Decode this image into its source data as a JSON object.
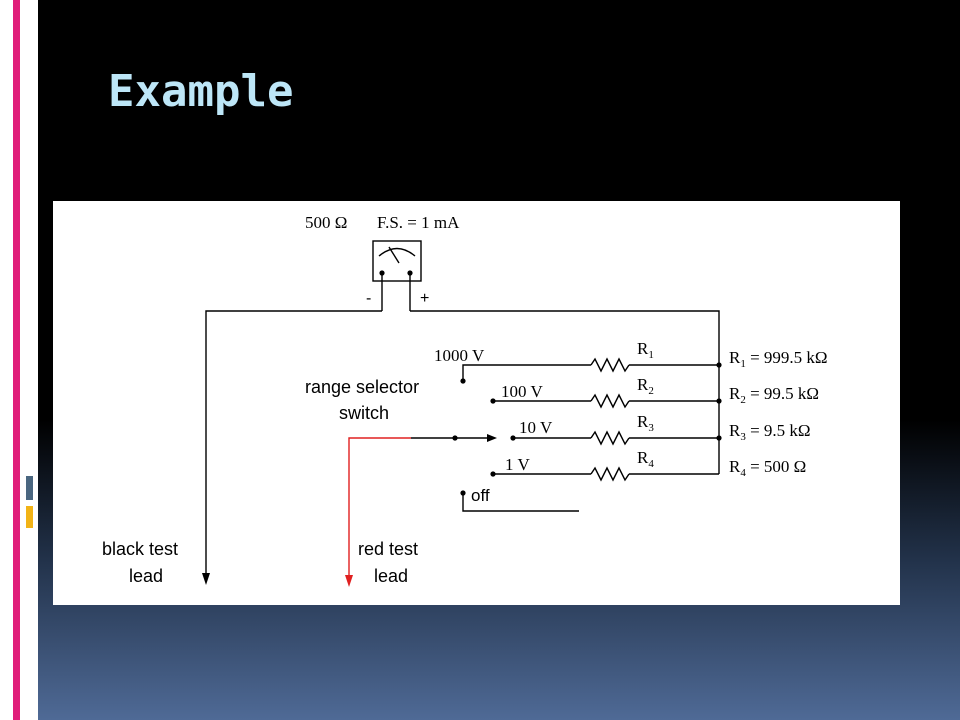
{
  "slide": {
    "title": "Example"
  },
  "diagram": {
    "meter_resistance": "500 Ω",
    "meter_full_scale": "F.S. = 1 mA",
    "minus_terminal": "-",
    "plus_terminal": "+",
    "ranges": [
      "1000 V",
      "100 V",
      "10 V",
      "1 V"
    ],
    "off_label": "off",
    "resistor_names": [
      "R",
      "R",
      "R",
      "R"
    ],
    "resistor_subscripts": [
      "1",
      "2",
      "3",
      "4"
    ],
    "resistor_values": [
      {
        "name": "R",
        "sub": "1",
        "value": " = 999.5 kΩ"
      },
      {
        "name": "R",
        "sub": "2",
        "value": " = 99.5 kΩ"
      },
      {
        "name": "R",
        "sub": "3",
        "value": " = 9.5 kΩ"
      },
      {
        "name": "R",
        "sub": "4",
        "value": " = 500 Ω"
      }
    ],
    "selector_label_line1": "range selector",
    "selector_label_line2": "switch",
    "black_lead_line1": "black test",
    "black_lead_line2": "lead",
    "red_lead_line1": "red test",
    "red_lead_line2": "lead",
    "colors": {
      "wire": "#000000",
      "red_lead": "#e02020"
    }
  }
}
